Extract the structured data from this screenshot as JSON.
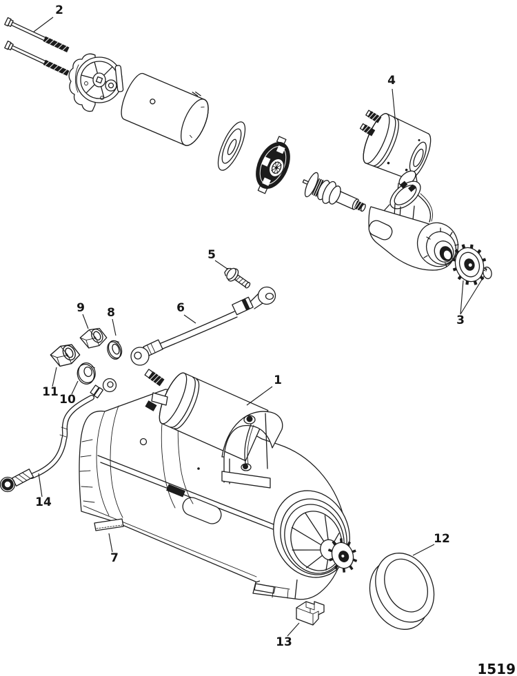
{
  "figure": {
    "page_number": "1519",
    "ink_color": "#1c1c1c",
    "paper_color": "#ffffff"
  },
  "callouts": {
    "c1": "1",
    "c2": "2",
    "c3": "3",
    "c4": "4",
    "c5": "5",
    "c6": "6",
    "c7": "7",
    "c8": "8",
    "c9": "9",
    "c10": "10",
    "c11": "11",
    "c12": "12",
    "c13": "13",
    "c14": "14"
  }
}
